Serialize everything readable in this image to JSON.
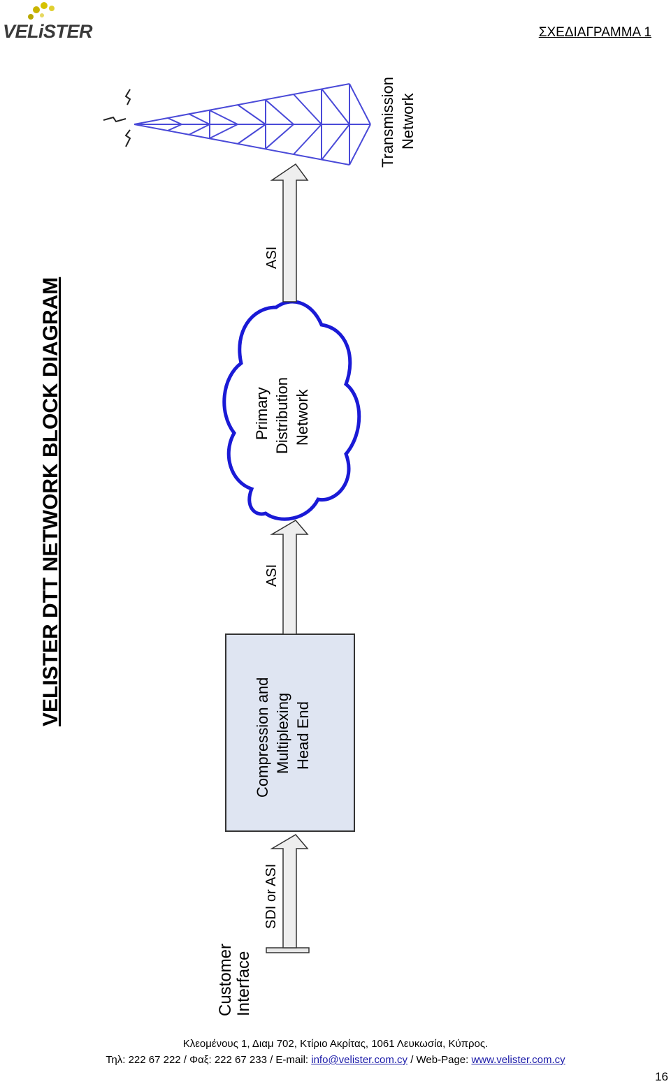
{
  "header": {
    "logo_text": "VELiSTER",
    "doc_title": "ΣΧΕΔΙΑΓΡΑΜΜΑ 1"
  },
  "diagram": {
    "title": "VELISTER DTT NETWORK BLOCK DIAGRAM",
    "customer_interface": [
      "Customer",
      "Interface"
    ],
    "input_signal_label": "SDI or ASI",
    "headend_box": [
      "Compression and",
      "Multiplexing",
      "Head End"
    ],
    "link_1_label": "ASI",
    "cloud": [
      "Primary",
      "Distribution",
      "Network"
    ],
    "link_2_label": "ASI",
    "transmission": [
      "Transmission",
      "Network"
    ]
  },
  "footer": {
    "address": "Κλεομένους 1, Διαμ 702, Κτίριο Ακρίτας, 1061 Λευκωσία, Κύπρος.",
    "contact_prefix": "Τηλ: 222 67 222 / Φαξ: 222 67 233 / E-mail: ",
    "email": "info@velister.com.cy",
    "web_prefix": " / Web-Page: ",
    "website": "www.velister.com.cy"
  },
  "page_number": "16",
  "colors": {
    "cloud_stroke": "#1a1ad6",
    "box_fill": "#dfe5f2",
    "tower_stroke": "#4a4ad8",
    "link_color": "#1a1aa8"
  }
}
